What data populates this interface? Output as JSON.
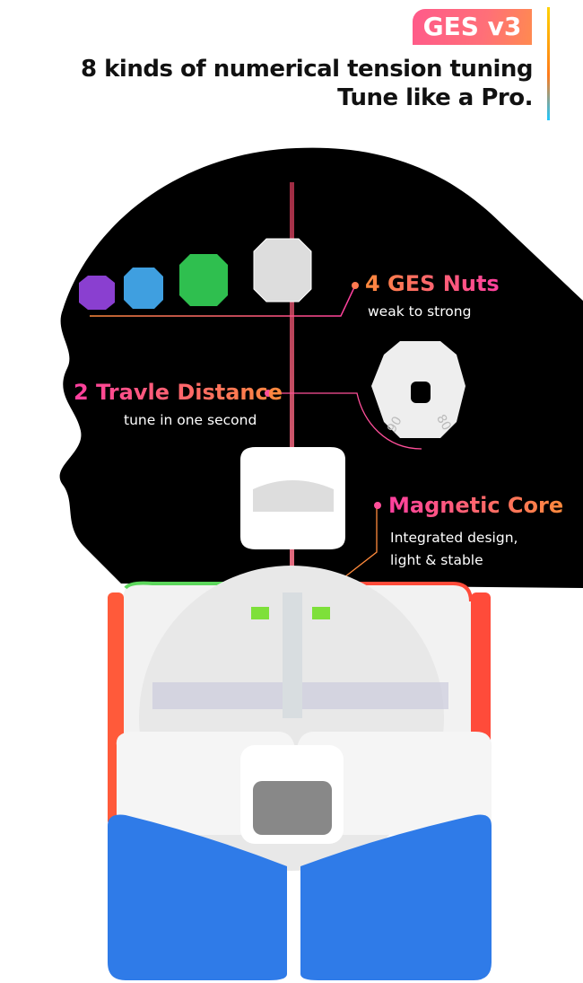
{
  "header": {
    "badge": "GES v3",
    "line1": "8 kinds of numerical tension tuning",
    "line2": "Tune like a Pro."
  },
  "features": [
    {
      "title": "4 GES Nuts",
      "subtitle": "weak to strong"
    },
    {
      "title": "2 Travle Distance",
      "subtitle": "tune in one second"
    },
    {
      "title": "Magnetic Core",
      "subtitle_line1": "Integrated design,",
      "subtitle_line2": "light & stable"
    }
  ],
  "nut_markings": {
    "left": "90",
    "right": "80"
  },
  "colors": {
    "pink": "#ff3fa0",
    "orange": "#ff8a3c",
    "background": "#000000"
  }
}
